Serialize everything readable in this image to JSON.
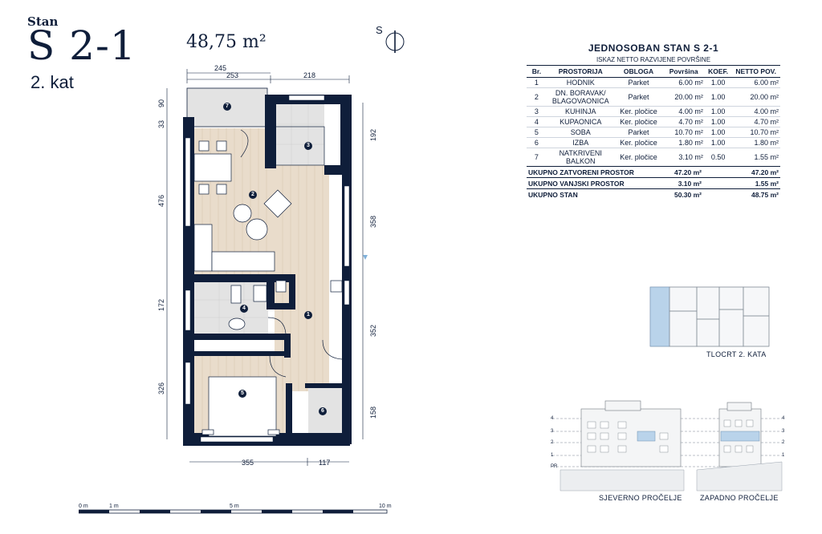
{
  "header": {
    "stan_label": "Stan",
    "stan_code": "S 2-1",
    "floor": "2. kat",
    "net_area": "48,75 m²"
  },
  "compass_letter": "S",
  "table": {
    "title": "JEDNOSOBAN STAN S  2-1",
    "subtitle": "ISKAZ NETTO RAZVIJENE POVRŠINE",
    "columns": [
      "Br.",
      "PROSTORIJA",
      "OBLOGA",
      "Površina",
      "KOEF.",
      "NETTO POV."
    ],
    "rows": [
      {
        "br": "1",
        "room": "HODNIK",
        "finish": "Parket",
        "area": "6.00 m²",
        "koef": "1.00",
        "net": "6.00 m²"
      },
      {
        "br": "2",
        "room": "DN. BORAVAK/ BLAGOVAONICA",
        "finish": "Parket",
        "area": "20.00 m²",
        "koef": "1.00",
        "net": "20.00 m²"
      },
      {
        "br": "3",
        "room": "KUHINJA",
        "finish": "Ker. pločice",
        "area": "4.00 m²",
        "koef": "1.00",
        "net": "4.00 m²"
      },
      {
        "br": "4",
        "room": "KUPAONICA",
        "finish": "Ker. pločice",
        "area": "4.70 m²",
        "koef": "1.00",
        "net": "4.70 m²"
      },
      {
        "br": "5",
        "room": "SOBA",
        "finish": "Parket",
        "area": "10.70 m²",
        "koef": "1.00",
        "net": "10.70 m²"
      },
      {
        "br": "6",
        "room": "IZBA",
        "finish": "Ker. pločice",
        "area": "1.80 m²",
        "koef": "1.00",
        "net": "1.80 m²"
      },
      {
        "br": "7",
        "room": "NATKRIVENI BALKON",
        "finish": "Ker. pločice",
        "area": "3.10 m²",
        "koef": "0.50",
        "net": "1.55 m²"
      }
    ],
    "totals": [
      {
        "label": "UKUPNO ZATVORENI PROSTOR",
        "area": "47.20 m²",
        "net": "47.20 m²"
      },
      {
        "label": "UKUPNO VANJSKI PROSTOR",
        "area": "3.10 m²",
        "net": "1.55 m²"
      },
      {
        "label": "UKUPNO STAN",
        "area": "50.30 m²",
        "net": "48.75 m²"
      }
    ]
  },
  "dimensions": {
    "top": [
      "245",
      "253",
      "218"
    ],
    "left": [
      "90",
      "33",
      "476",
      "172",
      "326"
    ],
    "right": [
      "192",
      "358",
      "352",
      "158"
    ],
    "bottom": [
      "355",
      "117"
    ]
  },
  "room_markers": [
    "1",
    "2",
    "3",
    "4",
    "5",
    "6",
    "7"
  ],
  "scale_bar": {
    "labels": [
      "0 m",
      "1 m",
      "5 m",
      "10 m"
    ]
  },
  "captions": {
    "floor_plan": "TLOCRT 2. KATA",
    "north_elevation": "SJEVERNO PROČELJE",
    "west_elevation": "ZAPADNO PROČELJE"
  },
  "level_labels": {
    "left": [
      "4",
      "3",
      "2",
      "1",
      "PR"
    ],
    "right": [
      "4",
      "3",
      "2",
      "1"
    ]
  },
  "colors": {
    "navy": "#0f1e3a",
    "highlight": "#b9d3ea",
    "wood": "#e9dccb",
    "tile": "#e3e3e3"
  }
}
